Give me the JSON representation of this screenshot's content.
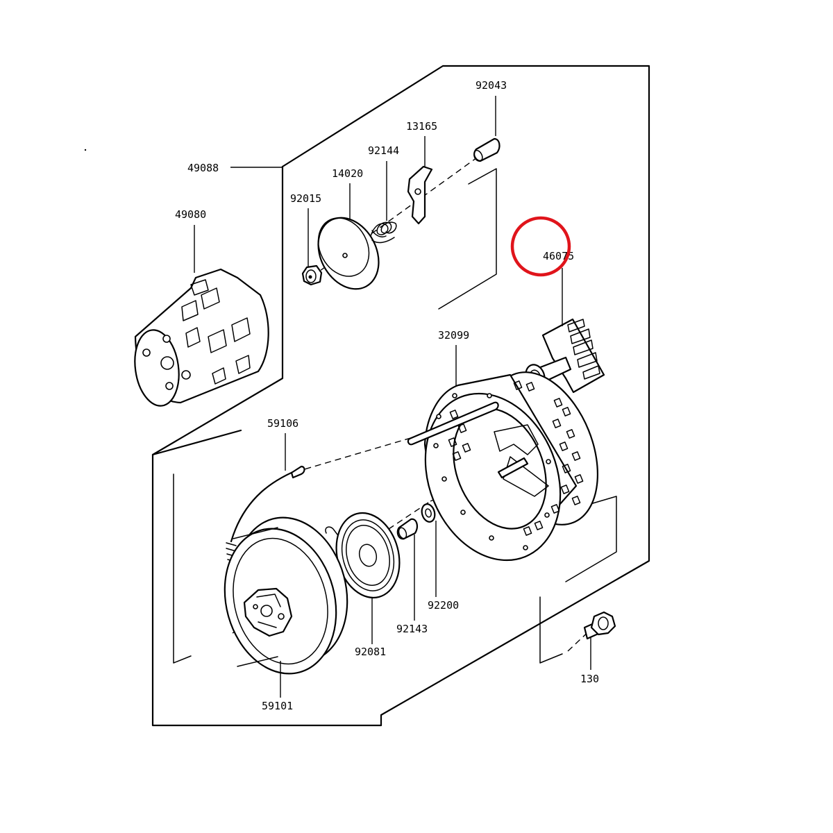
{
  "diagram": {
    "part_numbers": {
      "p92043": "92043",
      "p13165": "13165",
      "p92144": "92144",
      "p14020": "14020",
      "p92015": "92015",
      "p49088": "49088",
      "p49080": "49080",
      "p46075": "46075",
      "p32099": "32099",
      "p59106": "59106",
      "p92200": "92200",
      "p92143": "92143",
      "p92081": "92081",
      "p59101": "59101",
      "p130": "130"
    },
    "highlight": {
      "target_part": "46075",
      "color": "#e0141b",
      "shape": "circle"
    }
  }
}
